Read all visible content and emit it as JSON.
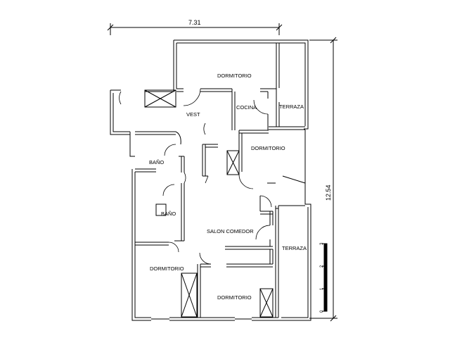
{
  "dimensions": {
    "width_label": "7.31",
    "height_label": "12.54"
  },
  "rooms": {
    "dormitorio_1": "DORMITORIO",
    "vest": "VEST",
    "cocina": "COCINA",
    "terraza_1": "TERRAZA",
    "dormitorio_2": "DORMITORIO",
    "bano_1": "BAÑO",
    "bano_2": "BAÑO",
    "salon": "SALON COMEDOR",
    "terraza_2": "TERRAZA",
    "dormitorio_3": "DORMITORIO",
    "dormitorio_4": "DORMITORIO"
  },
  "scale_bar": {
    "ticks": [
      "0",
      "1",
      "2",
      "3"
    ]
  }
}
